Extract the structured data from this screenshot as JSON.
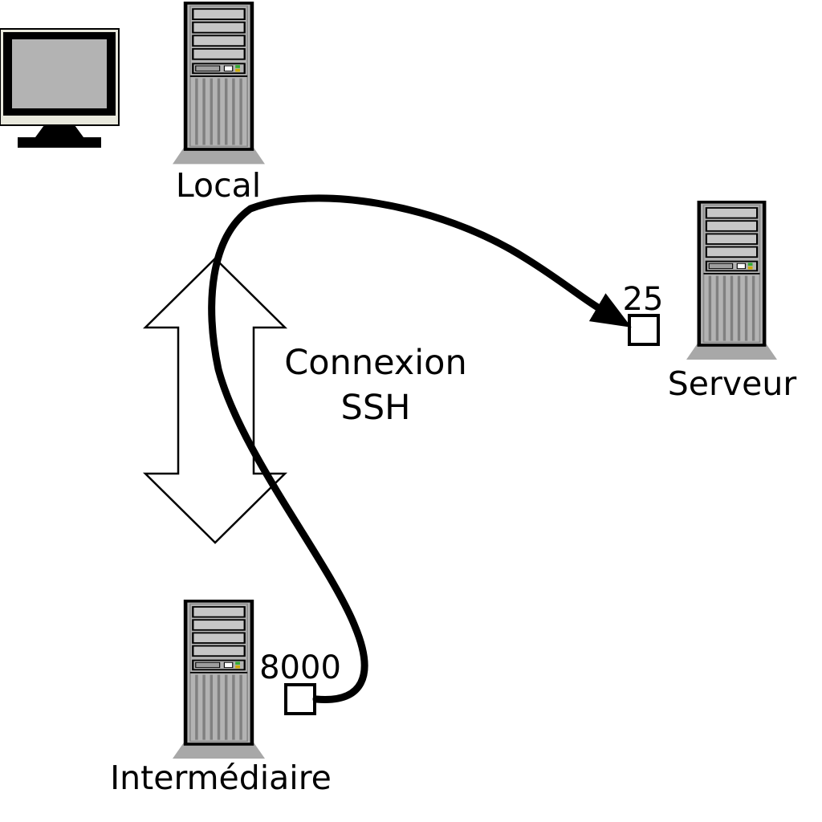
{
  "diagram": {
    "nodes": {
      "local": {
        "label": "Local"
      },
      "serveur": {
        "label": "Serveur",
        "port": "25"
      },
      "intermediaire": {
        "label": "Intermédiaire",
        "port": "8000"
      }
    },
    "connection": {
      "label_line1": "Connexion",
      "label_line2": "SSH"
    },
    "colors": {
      "tower_body": "#b3b3b3",
      "tower_bay": "#c6c6c6",
      "tower_base": "#a8a8a8",
      "led_green": "#33aa33",
      "led_yellow": "#ccaa00",
      "stroke": "#000000",
      "background": "#ffffff"
    }
  }
}
